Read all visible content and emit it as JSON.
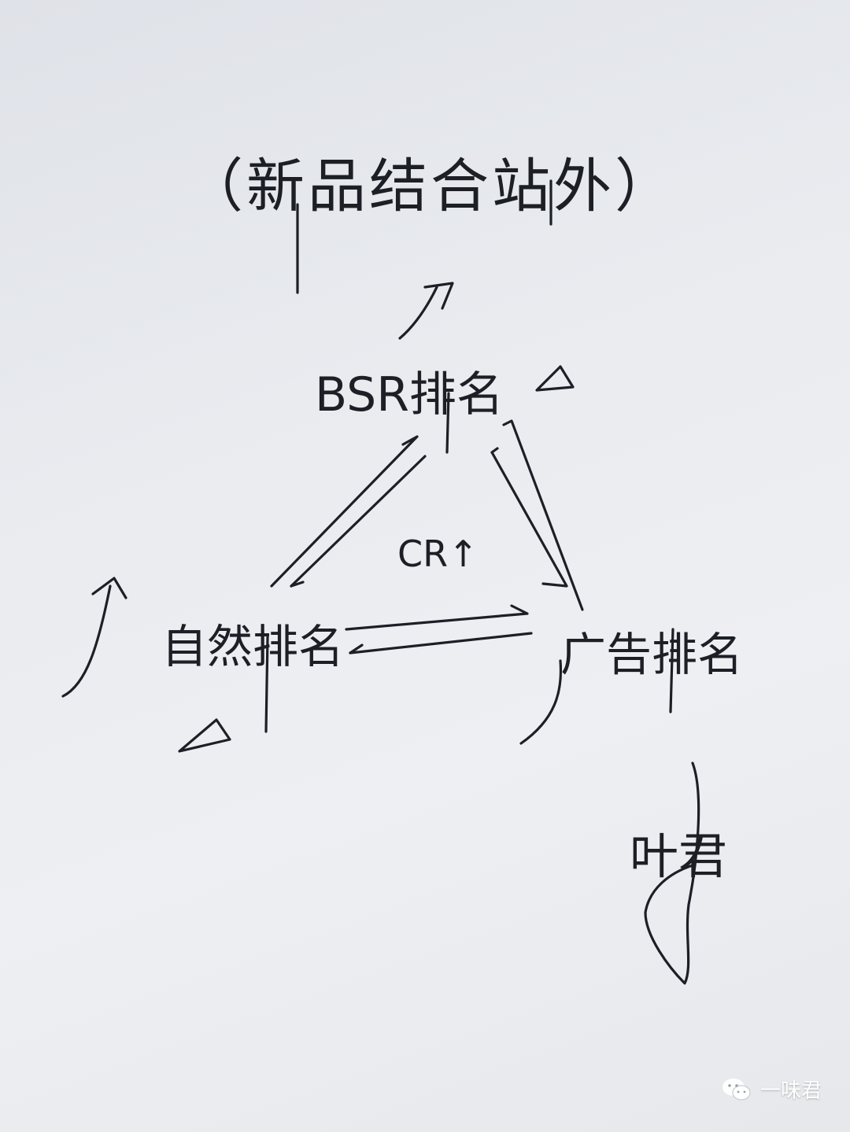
{
  "diagram": {
    "title_line": "（新品结合站外）",
    "nodes": {
      "bsr": "BSR排名",
      "natural": "自然排名",
      "ads": "广告排名"
    },
    "center_label": "CR↑"
  },
  "signature": "叶君",
  "watermark": {
    "text": "一味君",
    "icon": "wechat-bubble-icon"
  }
}
